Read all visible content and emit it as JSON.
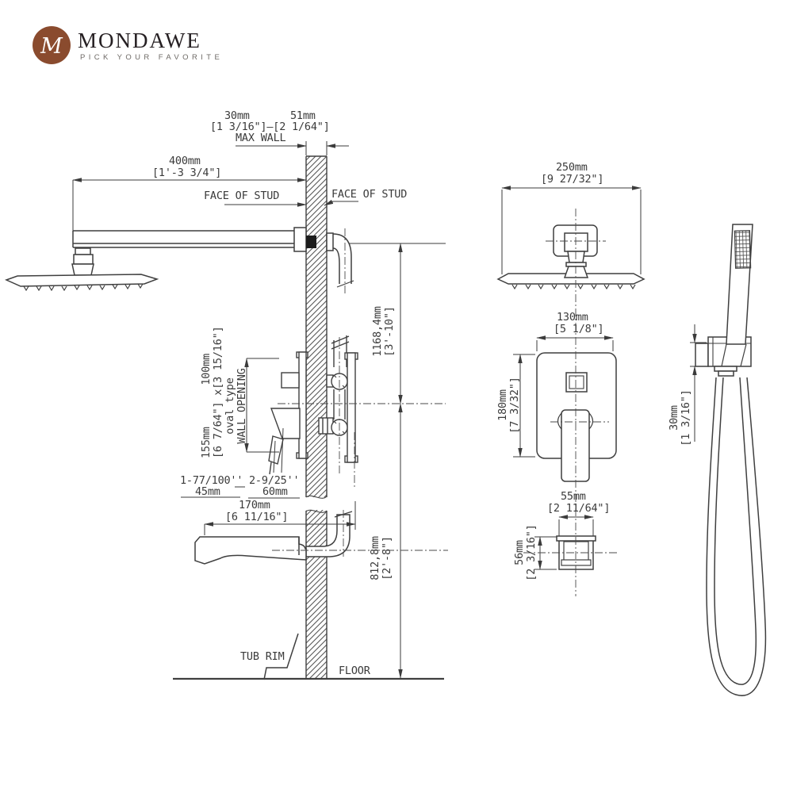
{
  "brand": {
    "monogram": "M",
    "name": "MONDAWE",
    "tagline": "PICK YOUR FAVORITE",
    "color": "#8a4b2e"
  },
  "side_view": {
    "wall_min_mm": "30mm",
    "wall_max_mm": "51mm",
    "wall_range_in": "[1 3/16\"]—[2 1/64\"]",
    "max_wall_label": "MAX WALL",
    "arm_mm": "400mm",
    "arm_in": "[1'-3 3/4\"]",
    "face_of_stud_left": "FACE OF STUD",
    "face_of_stud_right": "FACE OF STUD",
    "upper_height_mm": "1168,4mm",
    "upper_height_in": "[3'-10\"]",
    "lower_height_mm": "812,8mm",
    "lower_height_in": "[2'-8\"]",
    "wall_opening": {
      "mm_a": "155mm",
      "in_a": "[6 7/64\"] x",
      "mm_b": "100mm",
      "in_b": "[3 15/16\"]",
      "type": "oval type",
      "label": "WALL OPENING"
    },
    "offset_a_in": "1-77/100''",
    "offset_a_mm": "45mm",
    "offset_b_in": "2-9/25''",
    "offset_b_mm": "60mm",
    "spout_mm": "170mm",
    "spout_in": "[6 11/16\"]",
    "tub_rim_label": "TUB RIM",
    "floor_label": "FLOOR"
  },
  "front_view": {
    "head_mm": "250mm",
    "head_in": "[9 27/32\"]",
    "valve_w_mm": "130mm",
    "valve_w_in": "[5 1/8\"]",
    "valve_h_mm": "180mm",
    "valve_h_in": "[7 3/32\"]",
    "spout_w_mm": "55mm",
    "spout_w_in": "[2 11/64\"]",
    "spout_h_mm": "56mm",
    "spout_h_in": "[2 3/16\"]",
    "holder_mm": "30mm",
    "holder_in": "[1 3/16\"]"
  }
}
